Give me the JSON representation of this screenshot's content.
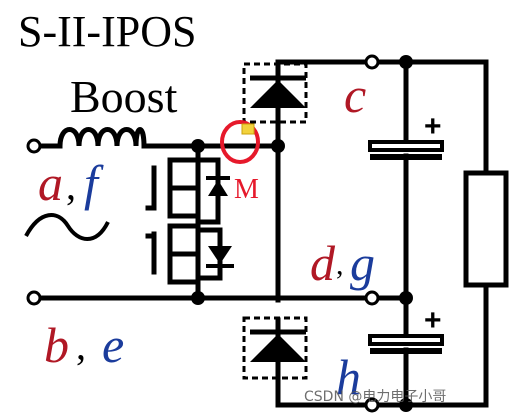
{
  "title": "S-II-IPOS",
  "subtitle": "Boost",
  "terminals": {
    "c": "c",
    "a": "a",
    "f": "f",
    "d": "d",
    "g": "g",
    "b": "b",
    "e": "e",
    "h": "h",
    "comma": ","
  },
  "marker": {
    "label": "M",
    "color": "#e6192b"
  },
  "polarity": {
    "top_cap": "+",
    "bottom_cap": "+"
  },
  "watermark": "CSDN @电力电子小哥",
  "colors": {
    "red_label": "#b01825",
    "blue_label": "#1b3c9c",
    "wire": "#000000"
  }
}
